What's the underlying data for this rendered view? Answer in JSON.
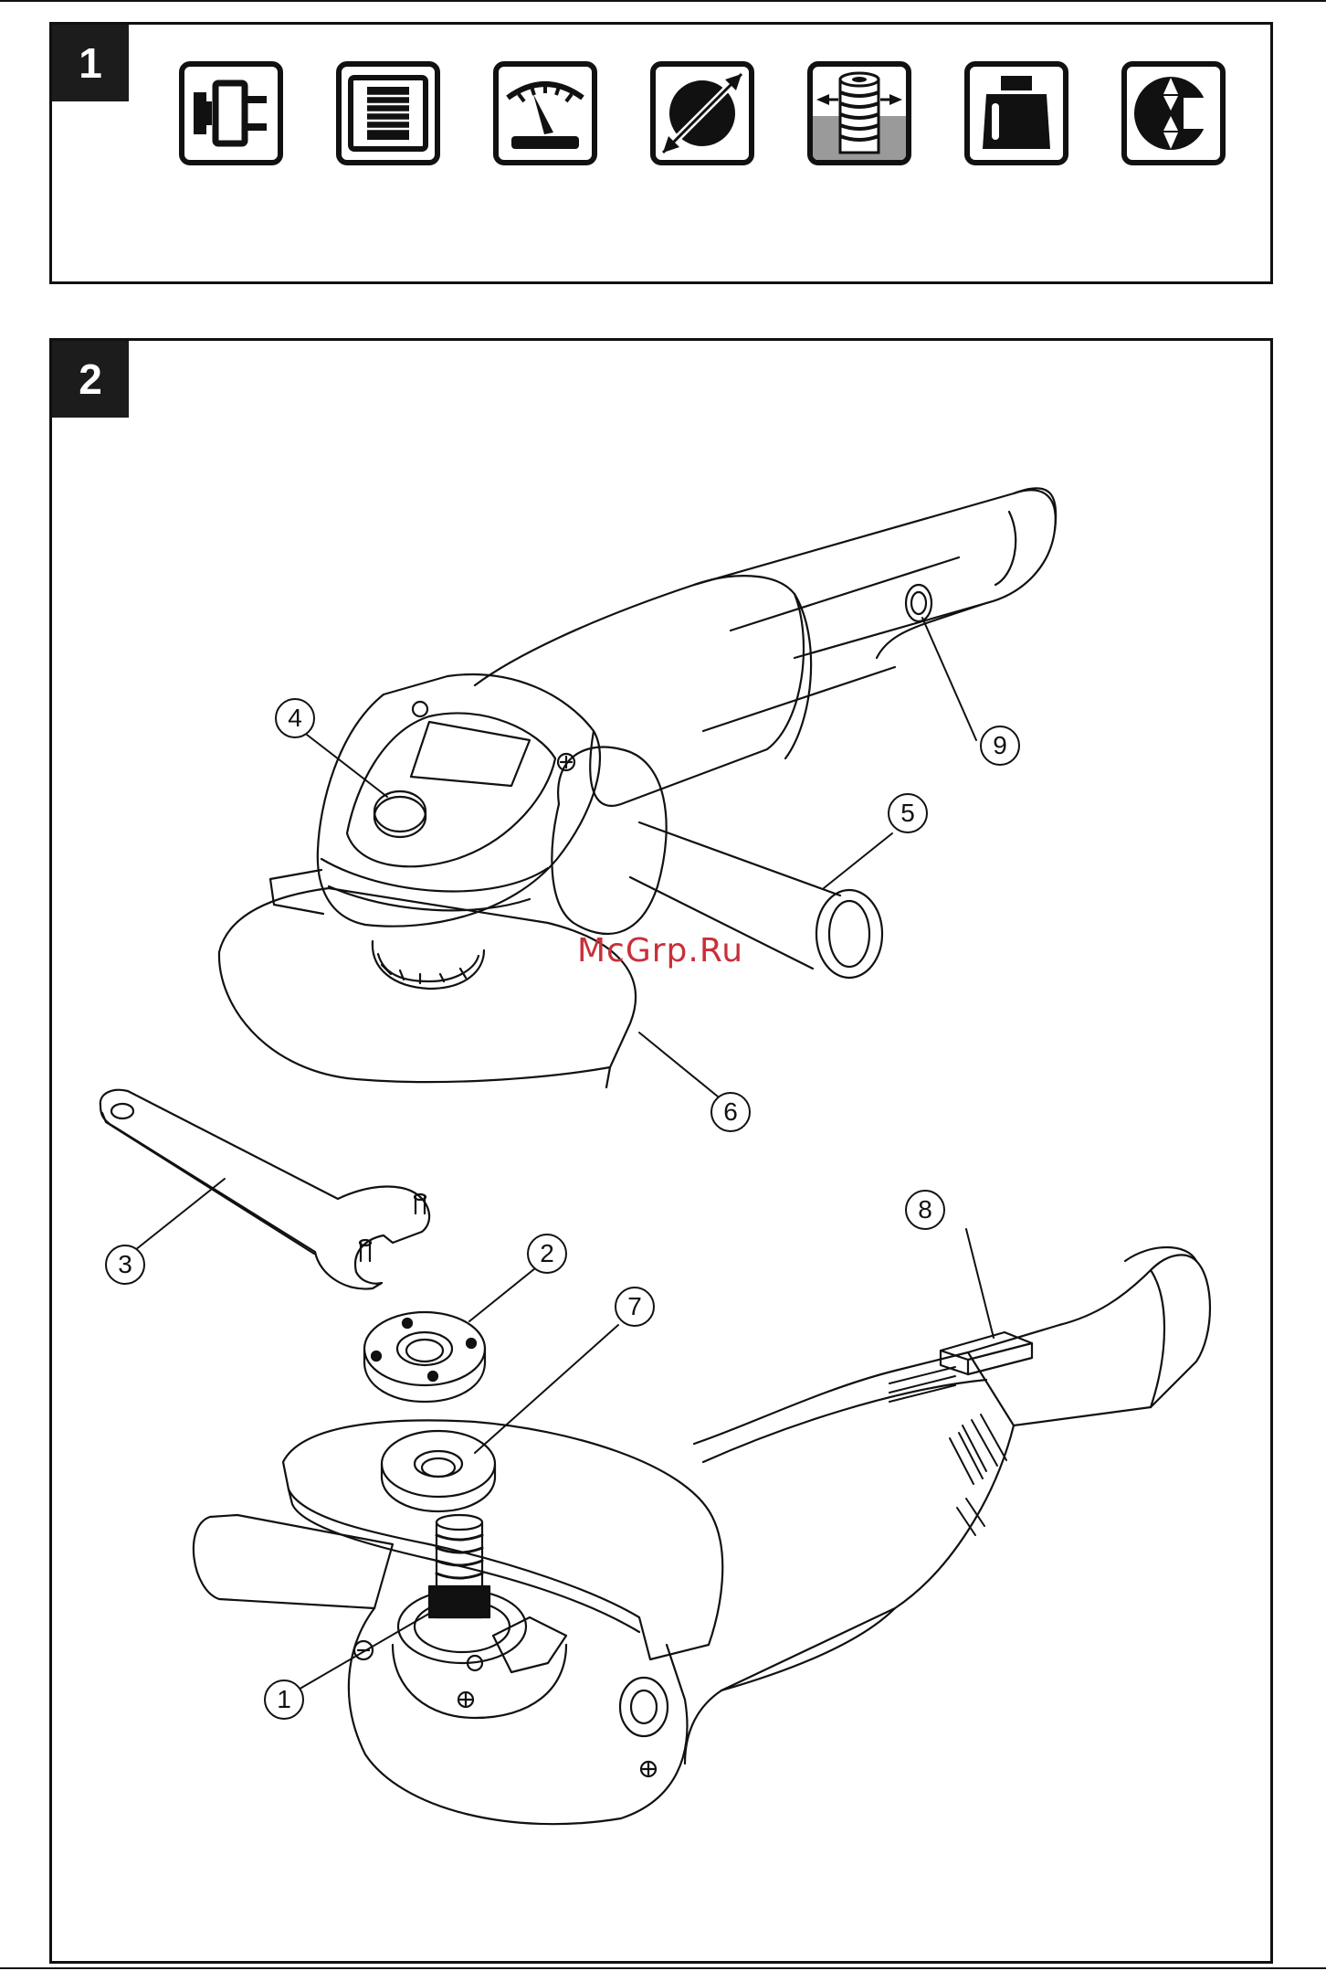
{
  "figure1": {
    "number": "1",
    "icons": [
      "plug-icon",
      "motor-icon",
      "gauge-icon",
      "diameter-icon",
      "spindle-thread-icon",
      "weight-icon",
      "clamping-range-icon"
    ]
  },
  "figure2": {
    "number": "2",
    "callouts": [
      "1",
      "2",
      "3",
      "4",
      "5",
      "6",
      "7",
      "8",
      "9"
    ]
  },
  "watermark": "McGrp.Ru",
  "colors": {
    "ink": "#111111",
    "tag_fill": "#1c1c1c",
    "watermark": "#c8303a",
    "icon_shade": "#9a9a9a"
  }
}
